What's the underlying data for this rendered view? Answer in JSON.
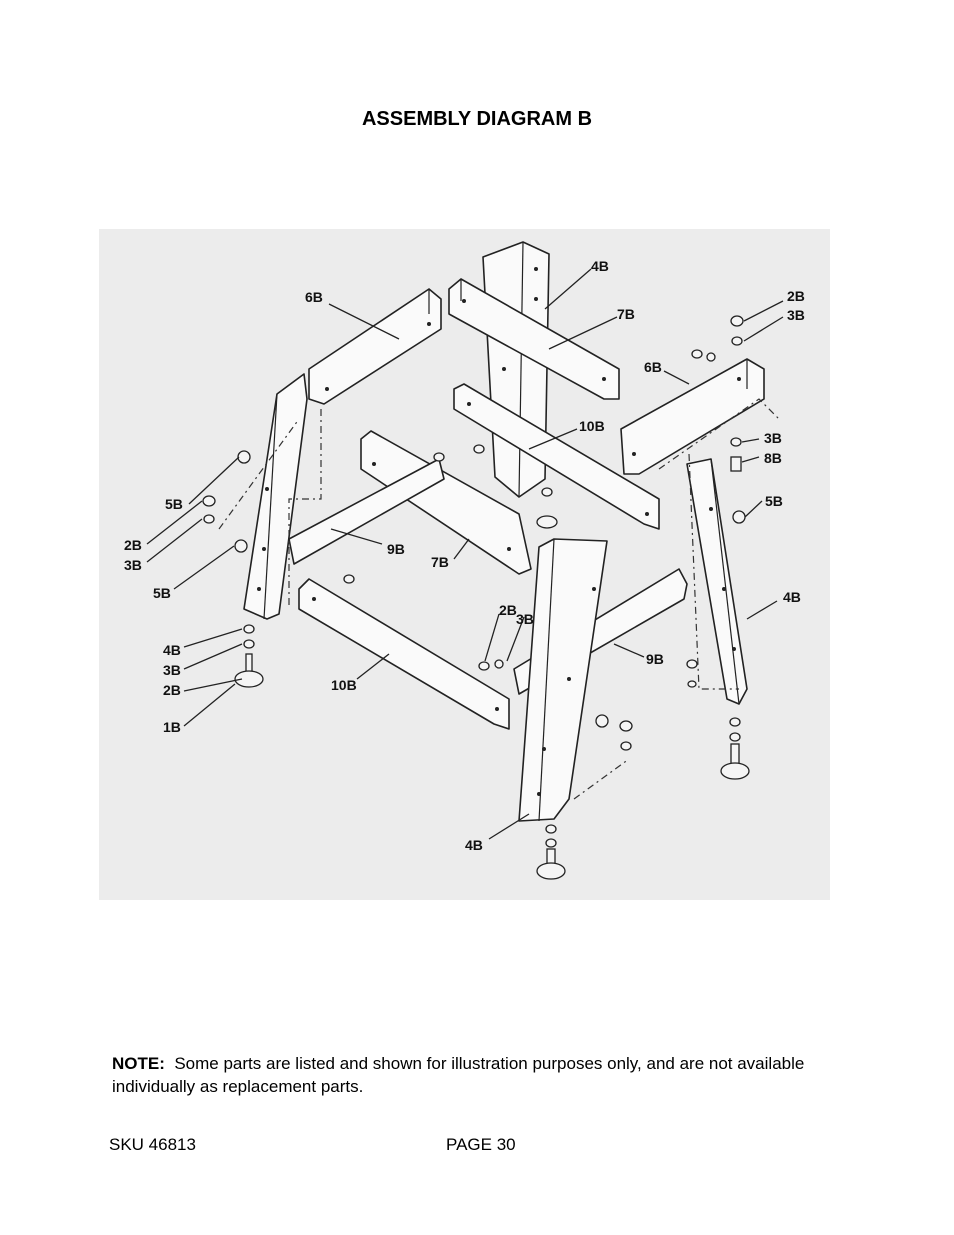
{
  "header": {
    "title": "ASSEMBLY DIAGRAM B"
  },
  "diagram": {
    "callouts": {
      "c_4b_top": "4B",
      "c_6b_left": "6B",
      "c_7b_top": "7B",
      "c_2b_right": "2B",
      "c_3b_right": "3B",
      "c_6b_right": "6B",
      "c_10b_mid": "10B",
      "c_3b_right2": "3B",
      "c_8b": "8B",
      "c_5b_right": "5B",
      "c_5b_left": "5B",
      "c_2b_left": "2B",
      "c_3b_left": "3B",
      "c_9b_left": "9B",
      "c_7b_mid": "7B",
      "c_5b_left2": "5B",
      "c_2b_mid": "2B",
      "c_3b_mid": "3B",
      "c_4b_right": "4B",
      "c_4b_left": "4B",
      "c_3b_left2": "3B",
      "c_9b_right": "9B",
      "c_2b_left2": "2B",
      "c_10b_left": "10B",
      "c_1b": "1B",
      "c_4b_bottom": "4B"
    }
  },
  "note": {
    "label": "NOTE:",
    "text": "Some parts are listed and shown for illustration purposes only, and are not available individually as replacement parts."
  },
  "footer": {
    "sku": "SKU 46813",
    "page": "PAGE 30"
  }
}
